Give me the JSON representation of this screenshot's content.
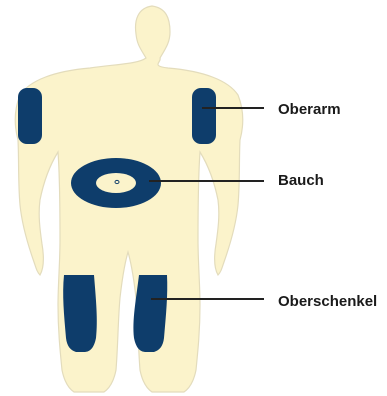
{
  "colors": {
    "body_fill": "#fbf3cb",
    "body_outline": "#e3dcbc",
    "injection_zone": "#0e3d6b",
    "navel": "#fbf3cb",
    "leader_line": "#222222",
    "label_text": "#1a1a1a"
  },
  "labels": {
    "upper_arm": "Oberarm",
    "abdomen": "Bauch",
    "thigh": "Oberschenkel"
  }
}
